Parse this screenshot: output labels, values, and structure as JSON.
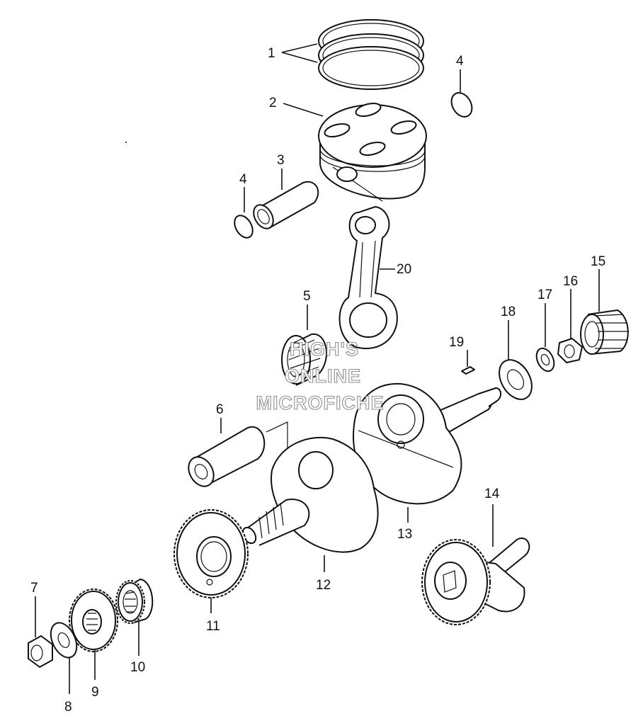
{
  "diagram": {
    "watermark": [
      "HIGH'S",
      "ONLINE",
      "MICROFICHE"
    ],
    "callouts": {
      "c1": "1",
      "c2": "2",
      "c3": "3",
      "c4a": "4",
      "c4b": "4",
      "c5": "5",
      "c6": "6",
      "c7": "7",
      "c8": "8",
      "c9": "9",
      "c10": "10",
      "c11": "11",
      "c12": "12",
      "c13": "13",
      "c14": "14",
      "c15": "15",
      "c16": "16",
      "c17": "17",
      "c18": "18",
      "c19": "19",
      "c20": "20"
    },
    "parts": [
      "piston-ring-set",
      "piston",
      "piston-pin",
      "piston-pin-clip",
      "needle-bearing-small-end",
      "crank-pin",
      "nut",
      "washer",
      "drive-gear",
      "needle-bearing",
      "crank-gear",
      "crankshaft-left-half",
      "crankshaft-right-half",
      "balancer-shaft",
      "bearing",
      "nut-flanged",
      "lock-washer",
      "thrust-washer",
      "key",
      "connecting-rod"
    ]
  }
}
